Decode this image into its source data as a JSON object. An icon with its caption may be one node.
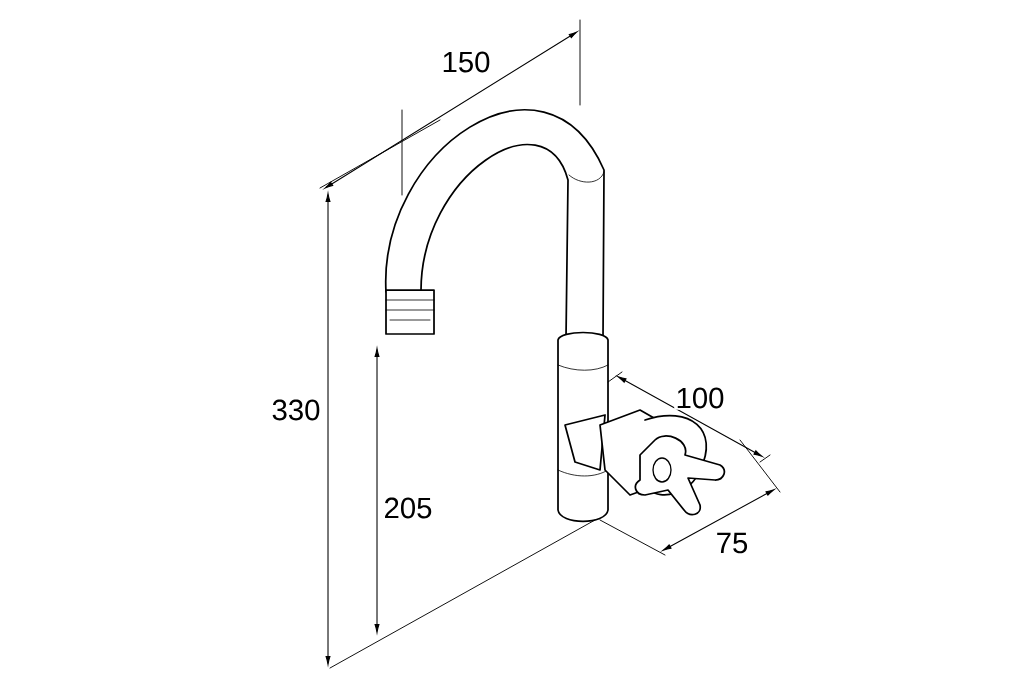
{
  "diagram": {
    "labels": [
      "150",
      "100",
      "330",
      "205",
      "75"
    ]
  }
}
